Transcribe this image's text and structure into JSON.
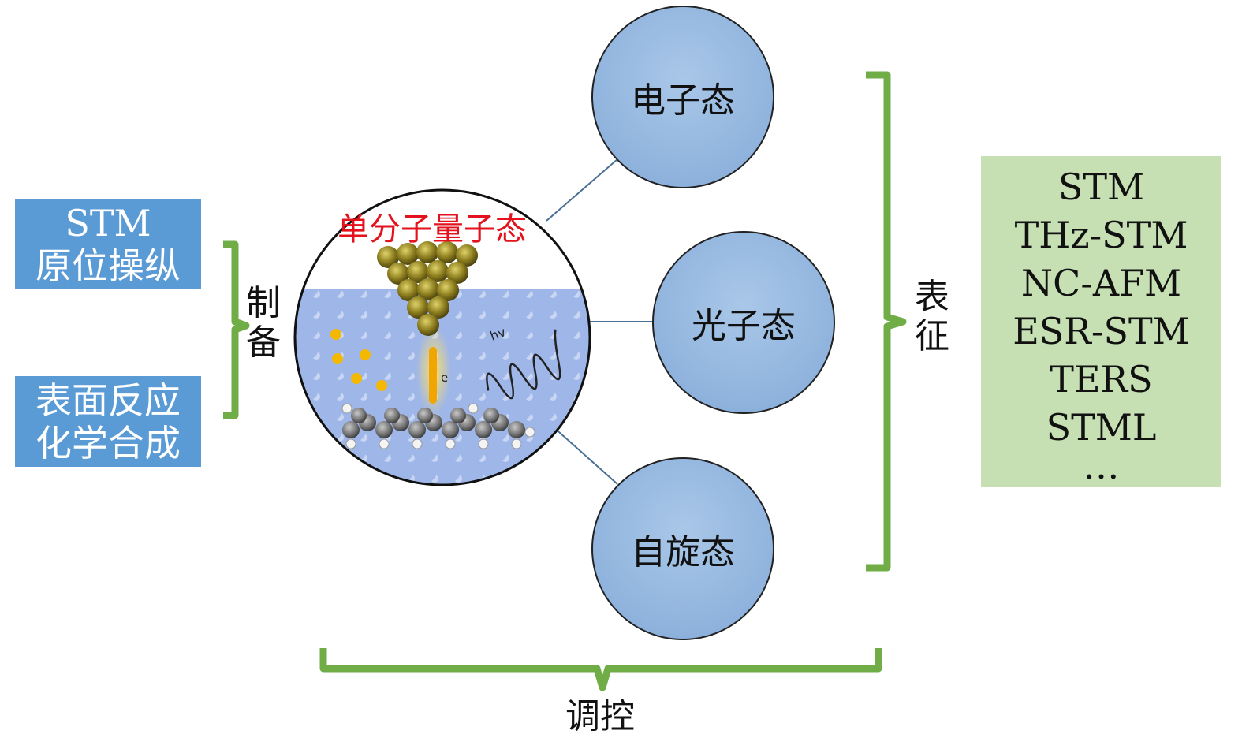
{
  "prep_box_1": {
    "lines": [
      "STM",
      "原位操纵"
    ]
  },
  "prep_box_2": {
    "lines": [
      "表面反应",
      "化学合成"
    ]
  },
  "prep_label": [
    "制",
    "备"
  ],
  "center_title": "单分子量子态",
  "center_image_labels": {
    "photon": "hv",
    "electron": "e"
  },
  "states": [
    "电子态",
    "光子态",
    "自旋态"
  ],
  "char_label": [
    "表",
    "征"
  ],
  "control_label": "调控",
  "techniques": [
    "STM",
    "THz-STM",
    "NC-AFM",
    "ESR-STM",
    "TERS",
    "STML",
    "…"
  ],
  "colors": {
    "brace": "#70ad47",
    "blue_box": "#5b9bd5",
    "green_box": "#c6e0b4",
    "state_circle": "#95b6dd",
    "title_red": "#e3121c",
    "substrate": "#8fa9e0",
    "tip_gold": "#8c7d1e"
  }
}
